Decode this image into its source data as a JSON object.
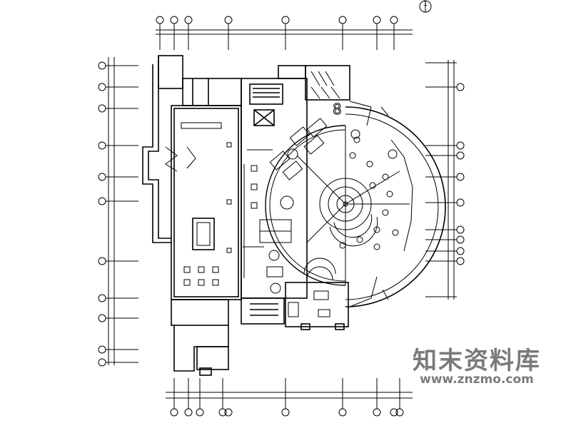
{
  "drawing": {
    "north_marker": "1",
    "stroke_color": "#000000",
    "watermark_color": "#7a7a7a"
  },
  "watermark": {
    "title": "知末资料库",
    "url": "www.znzmo.com"
  }
}
